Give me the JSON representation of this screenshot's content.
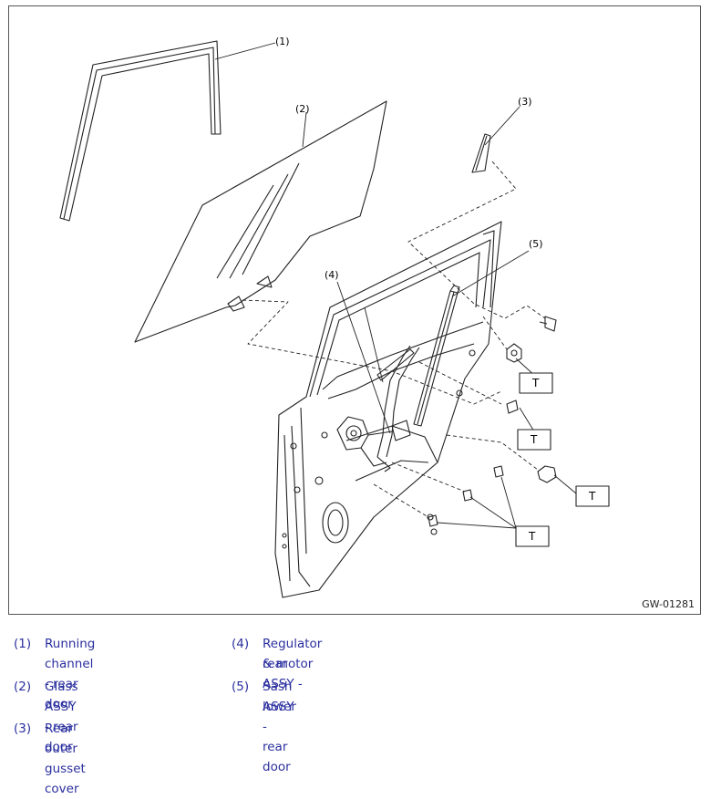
{
  "figure": {
    "id": "GW-01281",
    "callouts": [
      "(1)",
      "(2)",
      "(3)",
      "(4)",
      "(5)"
    ],
    "torque_tag": "T"
  },
  "legend": [
    {
      "num": "(1)",
      "text_lines": [
        "Running channel - rear door"
      ]
    },
    {
      "num": "(2)",
      "text_lines": [
        "Glass ASSY - rear door"
      ]
    },
    {
      "num": "(3)",
      "text_lines": [
        "Rear outer gusset cover"
      ]
    },
    {
      "num": "(4)",
      "text_lines": [
        "Regulator & motor ASSY -",
        "rear"
      ]
    },
    {
      "num": "(5)",
      "text_lines": [
        "Sash ASSY - rear door",
        "lower"
      ]
    }
  ]
}
